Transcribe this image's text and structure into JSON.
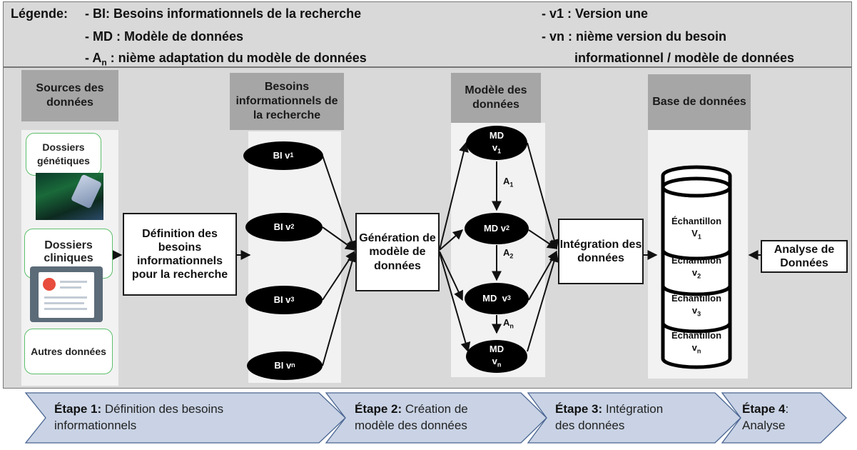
{
  "legend": {
    "title": "Légende:",
    "bi": "- BI:  Besoins informationnels de la recherche",
    "md": "- MD : Modèle de données",
    "an_prefix": "- A",
    "an_sub": "n",
    "an_text": " : nième adaptation du modèle de données",
    "v1": "- v1 :  Version une",
    "vn": "- vn : nième version du besoin",
    "vn_cont": "informationnel / modèle de données"
  },
  "sources": {
    "header": "Sources des données",
    "genetic": "Dossiers génétiques",
    "clinical": "Dossiers cliniques",
    "other": "Autres données"
  },
  "definition_box": "Définition des besoins informationnels pour la recherche",
  "besoins": {
    "header": "Besoins informationnels de la recherche",
    "bi_label": "BI v",
    "subs": [
      "1",
      "2",
      "3",
      "n"
    ]
  },
  "generation_box": "Génération de modèle de données",
  "modele": {
    "header": "Modèle des données",
    "md_label": "MD",
    "md_first": "MD",
    "v_label": "v",
    "subs": [
      "1",
      "2",
      "3",
      "n"
    ],
    "a_label": "A",
    "a_subs": [
      "1",
      "2",
      "n"
    ]
  },
  "integration_box": "Intégration des données",
  "base": {
    "header": "Base de données",
    "sample_label": "Échantillon",
    "v_upper": "V",
    "v_lower": "v",
    "subs": [
      "1",
      "2",
      "3",
      "n"
    ]
  },
  "analyse_box": "Analyse de Données",
  "steps": [
    {
      "label": "Étape 1:",
      "text": " Définition des besoins",
      "text2": "informationnels"
    },
    {
      "label": "Étape 2:",
      "text": " Création de",
      "text2": "modèle des données"
    },
    {
      "label": "Étape 3:",
      "text": " Intégration",
      "text2": "des données"
    },
    {
      "label": "Étape 4",
      "text": ":",
      "text2": "Analyse"
    }
  ],
  "colors": {
    "panel": "#d9d9d9",
    "header": "#a6a6a6",
    "column": "#f2f2f2",
    "step_fill": "#c9d3e5",
    "step_stroke": "#4a6592",
    "source_border": "#5cbf6a"
  }
}
